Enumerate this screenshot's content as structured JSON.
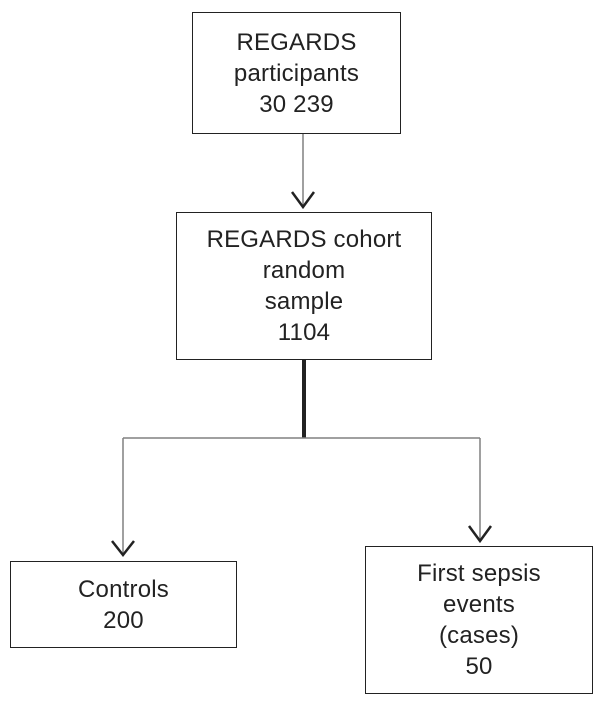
{
  "diagram": {
    "nodes": {
      "participants": {
        "lines": [
          "REGARDS",
          "participants",
          "30 239"
        ]
      },
      "random_sample": {
        "lines": [
          "REGARDS cohort",
          "random",
          "sample",
          "1104"
        ]
      },
      "controls": {
        "lines": [
          "Controls",
          "200"
        ]
      },
      "cases": {
        "lines": [
          "First sepsis",
          "events",
          "(cases)",
          "50"
        ]
      }
    },
    "edges": [
      {
        "from": "participants",
        "to": "random_sample"
      },
      {
        "from": "random_sample",
        "to": "controls"
      },
      {
        "from": "random_sample",
        "to": "cases"
      }
    ],
    "colors": {
      "line": "#808080",
      "trunk": "#222222",
      "arrowhead": "#222222",
      "box_border": "#222222"
    }
  }
}
